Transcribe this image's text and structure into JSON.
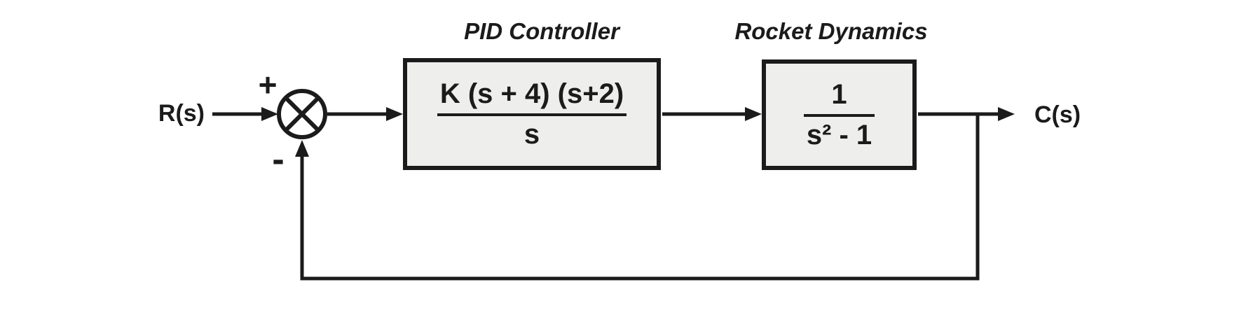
{
  "diagram": {
    "type": "feedback-control-block-diagram",
    "input_label": "R(s)",
    "output_label": "C(s)",
    "summing_junction": {
      "symbol": "circle-with-cross",
      "top_sign": "+",
      "bottom_sign": "-"
    },
    "blocks": [
      {
        "title": "PID Controller",
        "numerator": "K (s + 4) (s+2)",
        "denominator": "s"
      },
      {
        "title": "Rocket Dynamics",
        "numerator": "1",
        "denominator": "s² - 1"
      }
    ],
    "feedback": {
      "path": "output branch to summing junction",
      "polarity": "negative"
    },
    "colors": {
      "line": "#1b1b1b",
      "block_fill": "#eeeeec",
      "background": "#ffffff"
    }
  }
}
